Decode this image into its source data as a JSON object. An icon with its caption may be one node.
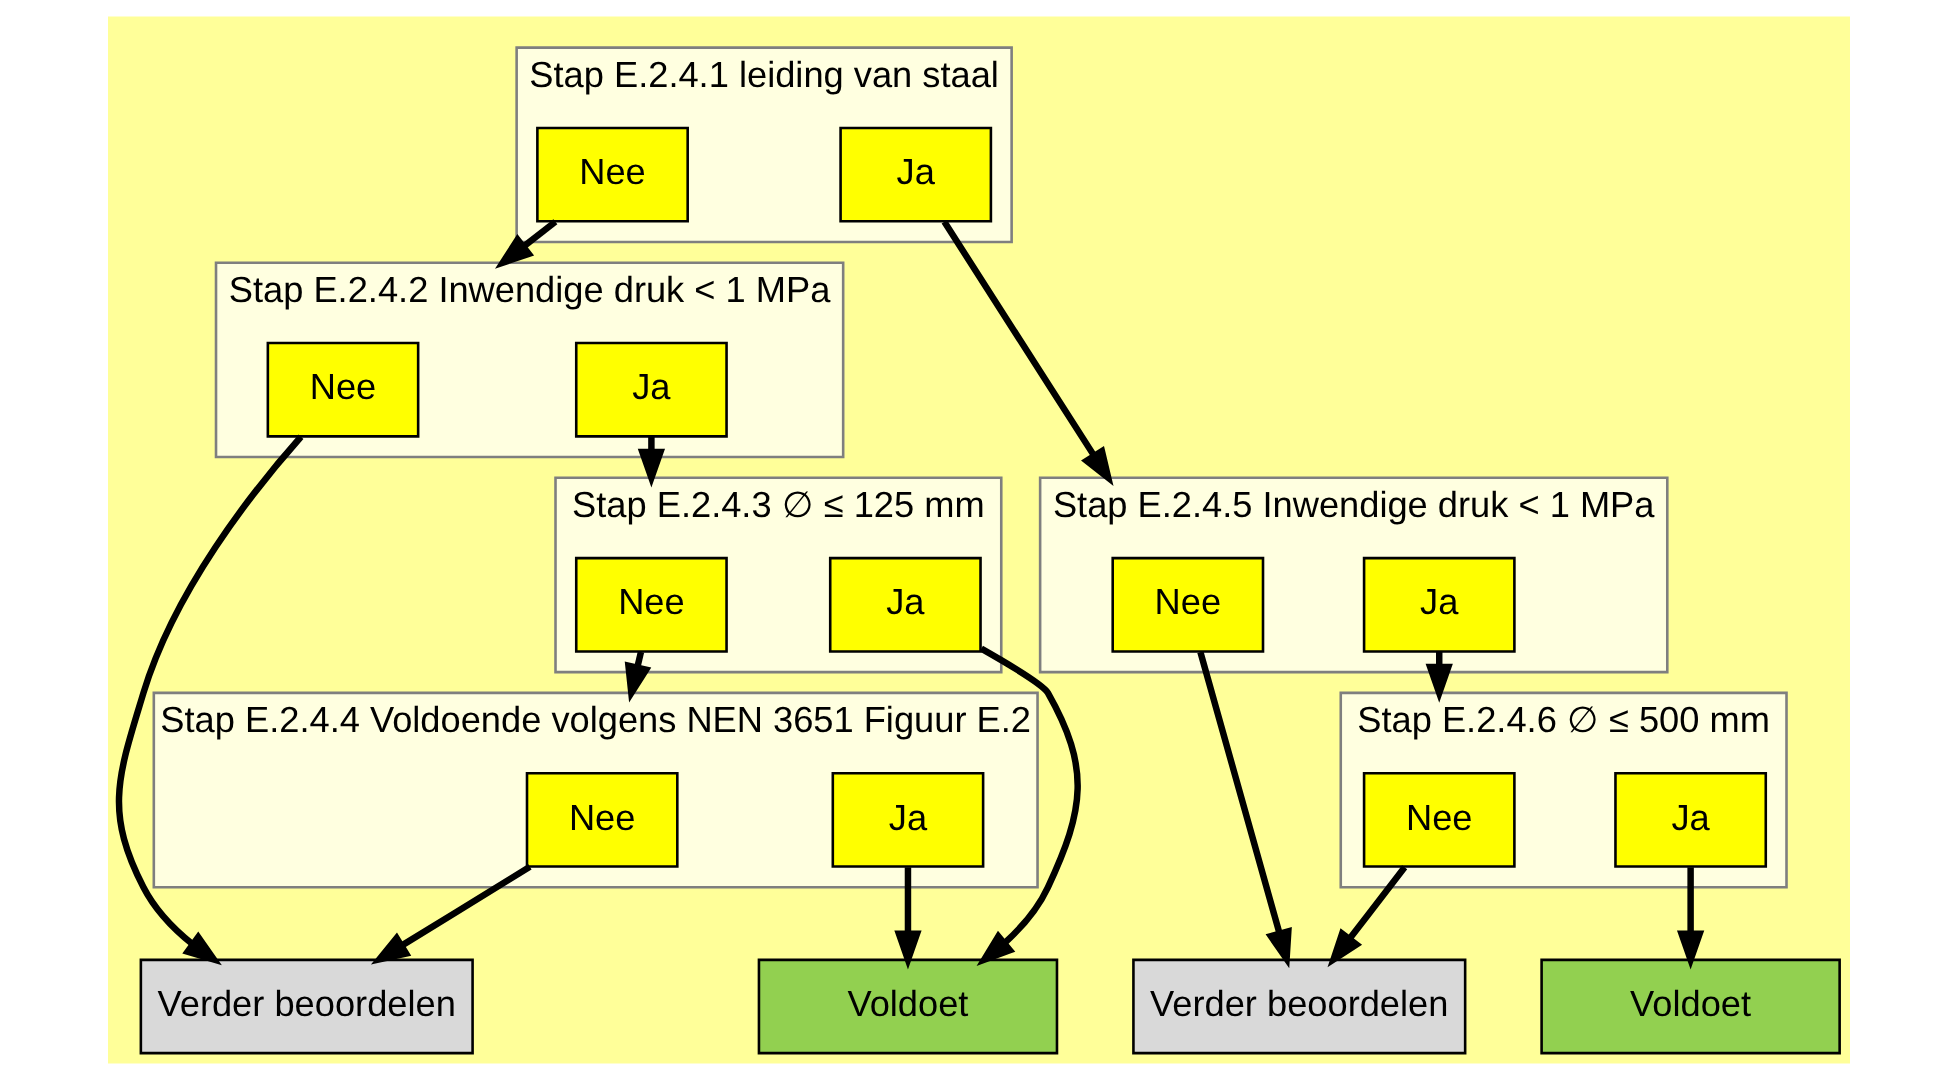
{
  "diagram": {
    "nodes": [
      {
        "text": [
          "Stap E.2.4.1 leiding van staal"
        ]
      },
      {
        "text": [
          "Nee"
        ],
        "in": 0
      },
      {
        "text": [
          "Ja"
        ],
        "in": 0
      },
      {
        "text": [
          "Stap E.2.4.2 Inwendige druk < 1 MPa"
        ]
      },
      {
        "text": [
          "Nee"
        ],
        "in": 3
      },
      {
        "text": [
          "Ja"
        ],
        "in": 3
      },
      {
        "text": [
          "Stap E.2.4.5 Inwendige druk < 1 MPa"
        ]
      },
      {
        "text": [
          "Nee"
        ],
        "in": 6
      },
      {
        "text": [
          "Ja"
        ],
        "in": 6
      },
      {
        "text": [
          "Stap E.2.4.3 ∅ ≤ 125 mm"
        ]
      },
      {
        "text": [
          "Nee"
        ],
        "in": 9
      },
      {
        "text": [
          "Ja"
        ],
        "in": 9
      },
      {
        "text": [
          "Stap E.2.4.6 ∅ ≤ 500 mm"
        ]
      },
      {
        "text": [
          "Nee"
        ],
        "in": 12
      },
      {
        "text": [
          "Ja"
        ],
        "in": 12
      },
      {
        "text": [
          "Stap E.2.4.4 Voldoende volgens NEN 3651 Figuur E.2"
        ]
      },
      {
        "text": [
          "Nee"
        ],
        "in": 15
      },
      {
        "text": [
          "Ja"
        ],
        "in": 15
      },
      {
        "text": [
          "Verder beoordelen"
        ]
      },
      {
        "text": [
          "Voldoet"
        ]
      },
      {
        "text": [
          "Verder beoordelen"
        ]
      },
      {
        "text": [
          "Voldoet"
        ]
      }
    ],
    "edges": [
      {
        "from": 1,
        "to": 3,
        "arrow": "to"
      },
      {
        "from": 2,
        "to": 6,
        "arrow": "to"
      },
      {
        "from": 4,
        "to": 18,
        "arrow": "to"
      },
      {
        "from": 5,
        "to": 9,
        "arrow": "to"
      },
      {
        "from": 7,
        "to": 20,
        "arrow": "to"
      },
      {
        "from": 8,
        "to": 12,
        "arrow": "to"
      },
      {
        "from": 10,
        "to": 15,
        "arrow": "to"
      },
      {
        "from": 11,
        "to": 19,
        "arrow": "to"
      },
      {
        "from": 13,
        "to": 20,
        "arrow": "to"
      },
      {
        "from": 14,
        "to": 21,
        "arrow": "to"
      },
      {
        "from": 16,
        "to": 18,
        "arrow": "to"
      },
      {
        "from": 17,
        "to": 19,
        "arrow": "to"
      }
    ]
  }
}
